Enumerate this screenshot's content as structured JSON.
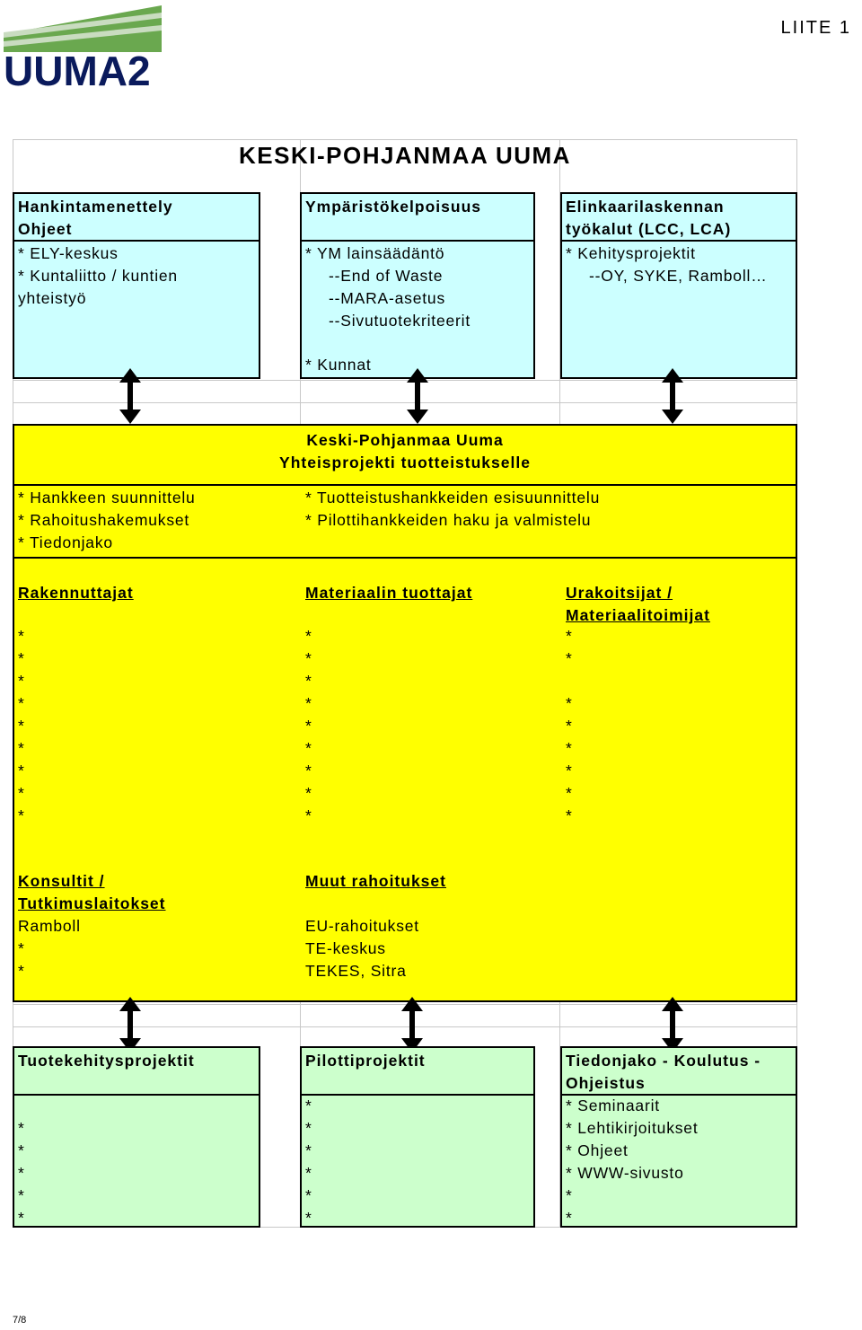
{
  "header": {
    "logo_text": "UUMA2",
    "label": "LIITE 1"
  },
  "title": "KESKI-POHJANMAA UUMA",
  "top_boxes": [
    {
      "header": [
        "Hankintamenettely",
        "Ohjeet"
      ],
      "lines": [
        "* ELY-keskus",
        "* Kuntaliitto / kuntien",
        "yhteistyö"
      ]
    },
    {
      "header": [
        "Ympäristökelpoisuus"
      ],
      "lines": [
        "* YM lainsäädäntö",
        "   --End of Waste",
        "   --MARA-asetus",
        "   --Sivutuotekriteerit",
        "",
        "* Kunnat"
      ]
    },
    {
      "header": [
        "Elinkaarilaskennan",
        "työkalut (LCC, LCA)"
      ],
      "lines": [
        "* Kehitysprojektit",
        "   --OY, SYKE, Ramboll…"
      ]
    }
  ],
  "center": {
    "header": [
      "Keski-Pohjanmaa Uuma",
      "Yhteisprojekti tuotteistukselle"
    ],
    "left_lines": [
      "* Hankkeen suunnittelu",
      "* Rahoitushakemukset",
      "* Tiedonjako"
    ],
    "right_lines": [
      "* Tuotteistushankkeiden esisuunnittelu",
      "* Pilottihankkeiden haku ja valmistelu"
    ],
    "col1": {
      "title": [
        "Rakennuttajat"
      ],
      "items": [
        "*",
        "*",
        "*",
        "*",
        "*",
        "*",
        "*",
        "*",
        "*"
      ]
    },
    "col2": {
      "title": [
        "Materiaalin tuottajat"
      ],
      "items": [
        "*",
        "*",
        "*",
        "*",
        "*",
        "*",
        "*",
        "*",
        "*"
      ]
    },
    "col3": {
      "title": [
        "Urakoitsijat /",
        "Materiaalitoimijat"
      ],
      "items": [
        "*",
        "*",
        "",
        "*",
        "*",
        "*",
        "*",
        "*",
        "*"
      ]
    },
    "col4": {
      "title": [
        "Konsultit /",
        "Tutkimuslaitokset"
      ],
      "items": [
        "Ramboll",
        "*",
        "*"
      ]
    },
    "col5": {
      "title": [
        "Muut rahoitukset"
      ],
      "items": [
        "EU-rahoitukset",
        "TE-keskus",
        "TEKES, Sitra"
      ]
    }
  },
  "bottom_boxes": [
    {
      "header": [
        "Tuotekehitysprojektit"
      ],
      "lines": [
        "",
        "*",
        "*",
        "*",
        "*",
        "*"
      ]
    },
    {
      "header": [
        "Pilottiprojektit"
      ],
      "lines": [
        "*",
        "*",
        "*",
        "*",
        "*",
        "*"
      ]
    },
    {
      "header": [
        "Tiedonjako - Koulutus -",
        "Ohjeistus"
      ],
      "lines": [
        "* Seminaarit",
        "* Lehtikirjoitukset",
        "* Ohjeet",
        "* WWW-sivusto",
        "*",
        "*"
      ]
    }
  ],
  "footer": {
    "page": "7/8"
  },
  "colors": {
    "blue_box": "#ccffff",
    "yellow_box": "#ffff00",
    "green_box": "#ccffcc",
    "logo_green": "#6aa84f",
    "logo_navy": "#0a1a5c"
  }
}
